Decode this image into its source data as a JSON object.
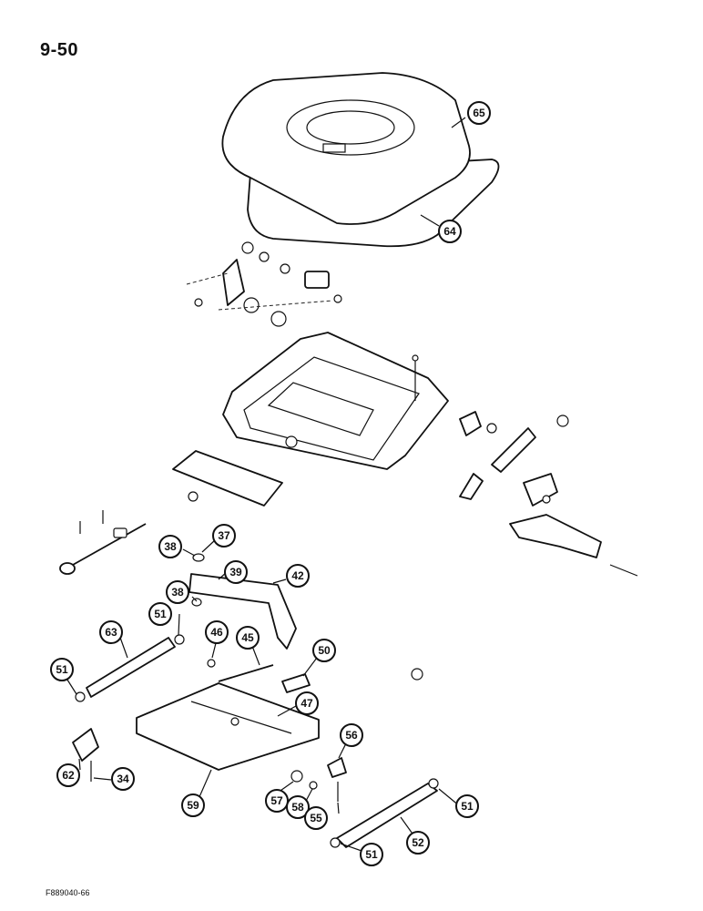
{
  "page_number": "9-50",
  "figure_code": "F889040-66",
  "callouts": [
    "65",
    "64",
    "37",
    "38",
    "39",
    "42",
    "38",
    "51",
    "63",
    "46",
    "45",
    "50",
    "51",
    "47",
    "56",
    "62",
    "34",
    "59",
    "57",
    "58",
    "55",
    "51",
    "52",
    "51"
  ]
}
